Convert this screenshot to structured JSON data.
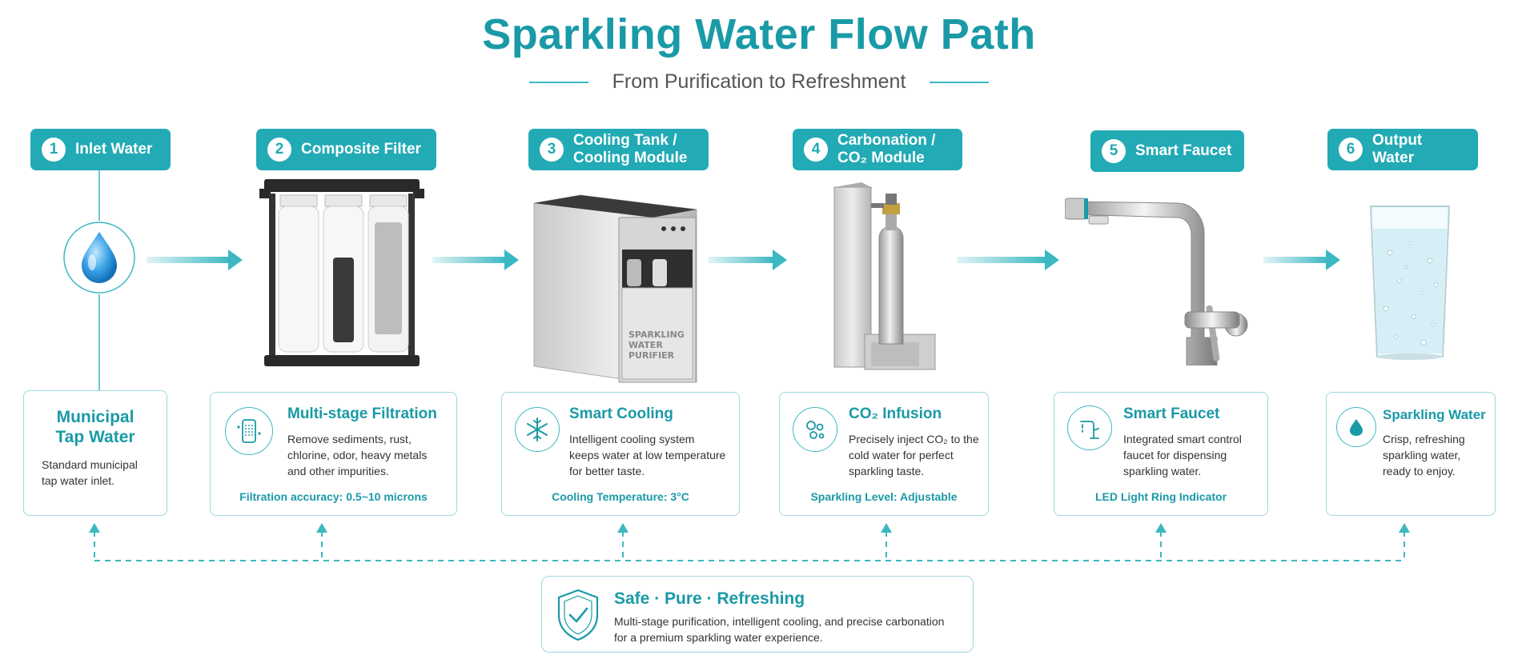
{
  "header": {
    "title": "Sparkling Water Flow Path",
    "subtitle": "From Purification to Refreshment"
  },
  "colors": {
    "accent": "#22aab5",
    "accent_light": "#9fd8dd",
    "title": "#1a9aa7"
  },
  "steps": [
    {
      "num": "1",
      "label": "Inlet Water",
      "icon": "water-drop-icon"
    },
    {
      "num": "2",
      "label": "Composite Filter",
      "icon": "filter-cartridges"
    },
    {
      "num": "3",
      "label": "Cooling Tank /\nCooling Module",
      "icon": "cooling-unit"
    },
    {
      "num": "4",
      "label": "Carbonation /\nCO₂ Module",
      "icon": "co2-cylinder"
    },
    {
      "num": "5",
      "label": "Smart Faucet",
      "icon": "faucet"
    },
    {
      "num": "6",
      "label": "Output Water",
      "icon": "water-glass"
    }
  ],
  "appliance_text": {
    "line1": "SPARKLING",
    "line2": "WATER",
    "line3": "PURIFIER"
  },
  "cards": [
    {
      "title": "Municipal\nTap Water",
      "desc": "Standard municipal\ntap water inlet.",
      "spec": "",
      "icon": ""
    },
    {
      "title": "Multi-stage Filtration",
      "desc": "Remove sediments, rust,\nchlorine, odor, heavy metals\nand other impurities.",
      "spec": "Filtration accuracy: 0.5~10 microns",
      "icon": "filter-icon"
    },
    {
      "title": "Smart Cooling",
      "desc": "Intelligent cooling system\nkeeps water at low temperature\nfor better taste.",
      "spec": "Cooling Temperature: 3°C",
      "icon": "snowflake-icon"
    },
    {
      "title": "CO₂ Infusion",
      "desc": "Precisely inject CO₂ to the\ncold water for perfect\nsparkling taste.",
      "spec": "Sparkling Level: Adjustable",
      "icon": "bubbles-icon"
    },
    {
      "title": "Smart Faucet",
      "desc": "Integrated smart control\nfaucet for dispensing\nsparkling water.",
      "spec": "LED Light Ring Indicator",
      "icon": "faucet-icon"
    },
    {
      "title": "Sparkling Water",
      "desc": "Crisp, refreshing\nsparkling water,\nready to enjoy.",
      "spec": "",
      "icon": "drop-icon"
    }
  ],
  "footer": {
    "title": "Safe · Pure · Refreshing",
    "desc": "Multi-stage purification, intelligent cooling, and precise carbonation\nfor a premium sparkling water experience.",
    "icon": "shield-check-icon"
  }
}
